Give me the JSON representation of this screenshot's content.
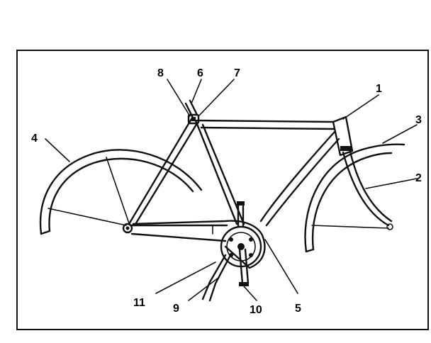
{
  "diagram": {
    "subject": "bicycle frame with fenders, chain guard and kickstand",
    "ink_color": "#111111",
    "paper_color": "#ffffff",
    "callouts": [
      {
        "id": "c1",
        "label": "1"
      },
      {
        "id": "c2",
        "label": "2"
      },
      {
        "id": "c3",
        "label": "3"
      },
      {
        "id": "c4",
        "label": "4"
      },
      {
        "id": "c5",
        "label": "5"
      },
      {
        "id": "c6",
        "label": "6"
      },
      {
        "id": "c7",
        "label": "7"
      },
      {
        "id": "c8",
        "label": "8"
      },
      {
        "id": "c9",
        "label": "9"
      },
      {
        "id": "c10",
        "label": "10"
      },
      {
        "id": "c11",
        "label": "11"
      }
    ]
  }
}
